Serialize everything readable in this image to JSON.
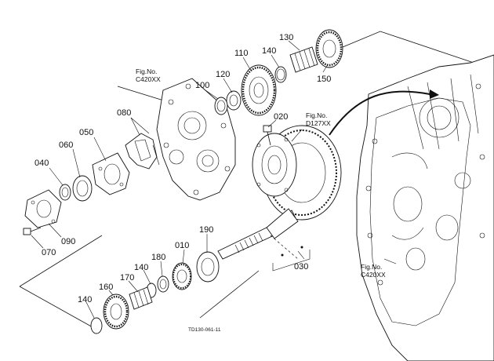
{
  "parts": {
    "p010": "010",
    "p020": "020",
    "p030": "030",
    "p040": "040",
    "p050": "050",
    "p060": "060",
    "p070": "070",
    "p080": "080",
    "p090": "090",
    "p100": "100",
    "p110": "110",
    "p120": "120",
    "p130": "130",
    "p140a": "140",
    "p140b": "140",
    "p140c": "140",
    "p150": "150",
    "p160": "160",
    "p170": "170",
    "p180": "180",
    "p190": "190"
  },
  "references": {
    "ref1": {
      "line1": "Fig.No.",
      "line2": "C420XX"
    },
    "ref2": {
      "line1": "Fig.No.",
      "line2": "D127XX"
    },
    "ref3": {
      "line1": "Fig.No.",
      "line2": "C420XX"
    }
  },
  "drawing_code": "TD130-061-11"
}
